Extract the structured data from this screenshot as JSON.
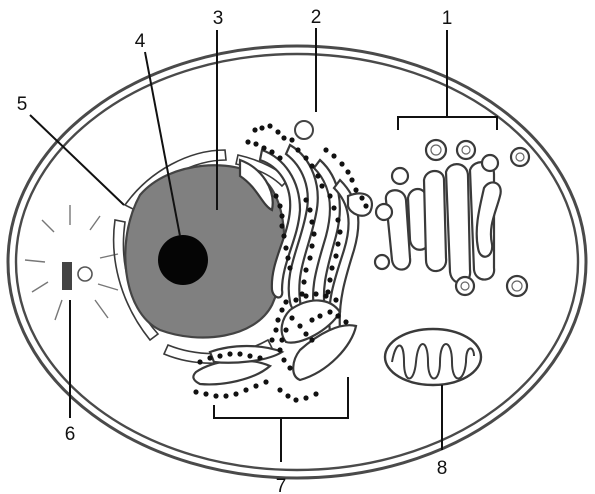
{
  "labels": {
    "l1": "1",
    "l2": "2",
    "l3": "3",
    "l4": "4",
    "l5": "5",
    "l6": "6",
    "l7": "7",
    "l8": "8"
  },
  "colors": {
    "outline": "#3a3a3a",
    "nucleus": "#808080",
    "nucleolus": "#050505",
    "centriole": "#444444",
    "background": "#ffffff"
  }
}
